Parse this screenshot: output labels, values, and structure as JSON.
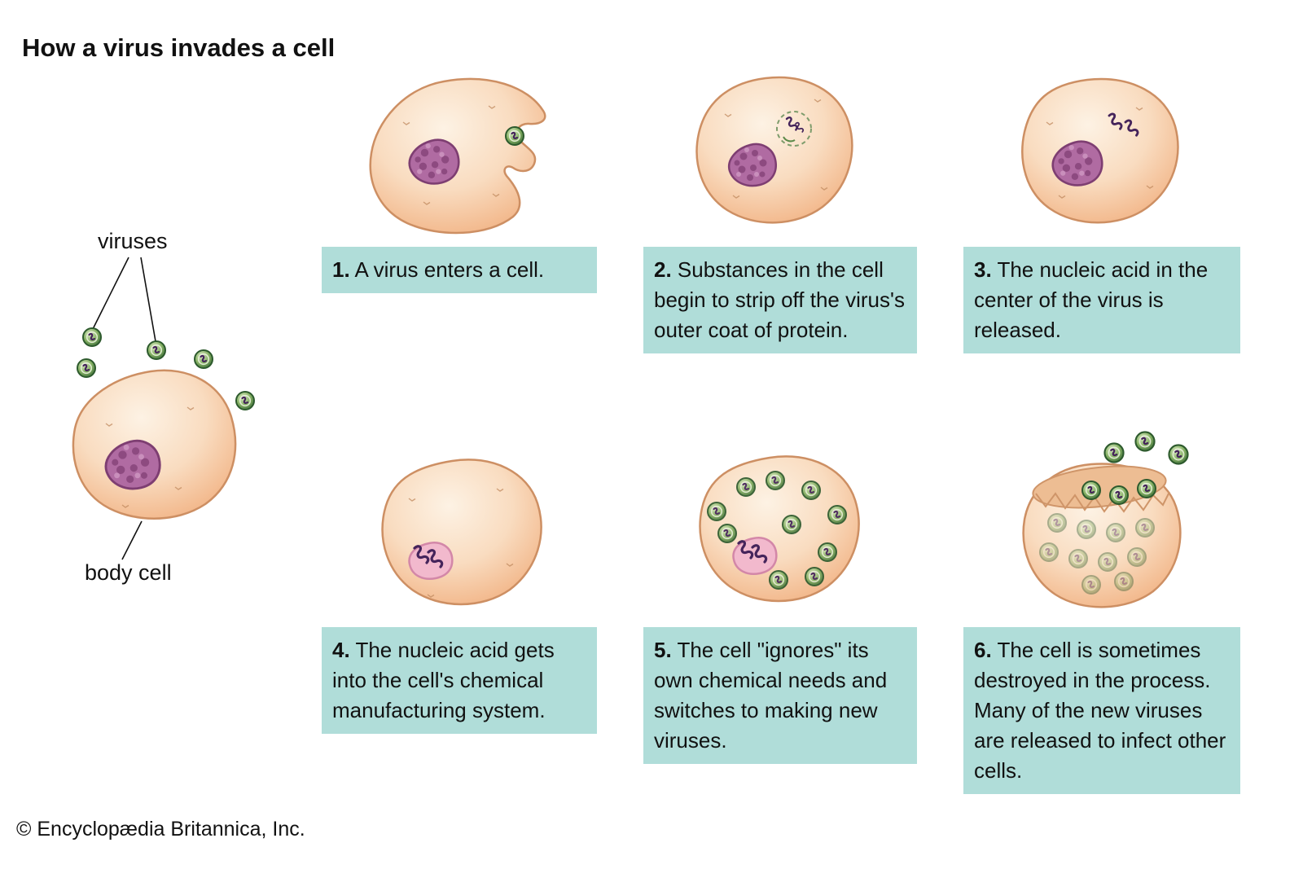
{
  "title": "How a virus invades a cell",
  "labels": {
    "viruses": "viruses",
    "body_cell": "body cell"
  },
  "steps": [
    {
      "number": "1.",
      "text": "A virus enters a cell."
    },
    {
      "number": "2.",
      "text": "Substances in the cell begin to strip off the virus's outer coat of protein."
    },
    {
      "number": "3.",
      "text": "The nucleic acid in the center of the virus is released."
    },
    {
      "number": "4.",
      "text": "The nucleic acid gets into the cell's chemical manufacturing system."
    },
    {
      "number": "5.",
      "text": "The cell \"ignores\" its own chemical needs and switches to making new viruses."
    },
    {
      "number": "6.",
      "text": "The cell is sometimes destroyed in the process. Many of the new viruses are released to infect other cells."
    }
  ],
  "credit": "© Encyclopædia Britannica, Inc.",
  "colors": {
    "caption_background": "#b0ddd9",
    "cell_fill": "#f8d9bc",
    "cell_outline": "#cd8f63",
    "nucleus_purple": "#b06ba2",
    "pink_nucleus": "#f2b9cd",
    "virus_green": "#6fa352",
    "nucleic_acid_purple": "#45245b",
    "text": "#111111",
    "background": "#ffffff"
  }
}
